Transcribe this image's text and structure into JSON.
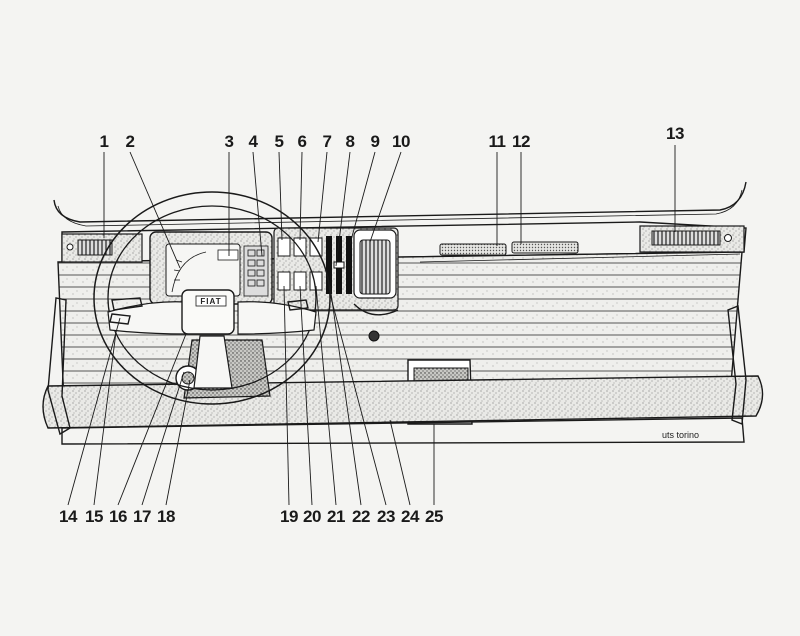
{
  "callouts": [
    "1",
    "2",
    "3",
    "4",
    "5",
    "6",
    "7",
    "8",
    "9",
    "10",
    "11",
    "12",
    "13",
    "14",
    "15",
    "16",
    "17",
    "18",
    "19",
    "20",
    "21",
    "22",
    "23",
    "24",
    "25"
  ],
  "credit": "uts torino",
  "steering_logo": "FIAT"
}
